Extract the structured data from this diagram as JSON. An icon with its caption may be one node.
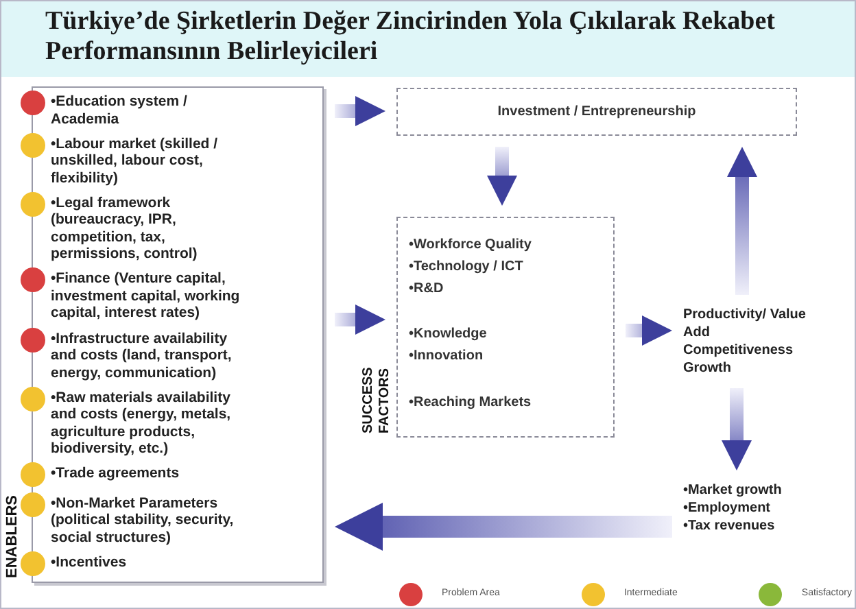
{
  "diagram": {
    "title": "Türkiye’de Şirketlerin Değer Zincirinden Yola Çıkılarak Rekabet Performansının Belirleyicileri",
    "nodes": [
      {
        "text": [
          "ENABLERS"
        ]
      },
      {
        "text": [
          "•Education system / Academia"
        ],
        "in": 0
      },
      {
        "text": [
          "•Labour market (skilled / unskilled, labour cost, flexibility)"
        ],
        "in": 0
      },
      {
        "text": [
          "•Legal framework (bureaucracy, IPR, competition, tax, permissions, control)"
        ],
        "in": 0
      },
      {
        "text": [
          "•Finance (Venture capital, investment capital, working capital, interest rates)"
        ],
        "in": 0
      },
      {
        "text": [
          "•Infrastructure availability and costs (land, transport, energy, communication)"
        ],
        "in": 0
      },
      {
        "text": [
          "•Raw materials availability and costs (energy, metals, agriculture products, biodiversity, etc.)"
        ],
        "in": 0
      },
      {
        "text": [
          "•Trade agreements"
        ],
        "in": 0
      },
      {
        "text": [
          "•Non-Market Parameters (political stability, security, social structures)"
        ],
        "in": 0
      },
      {
        "text": [
          "•Incentives"
        ],
        "in": 0
      },
      {
        "text": [
          "Investment / Entrepreneurship"
        ]
      },
      {
        "text": [
          "SUCCESS FACTORS",
          "•Workforce Quality",
          "•Technology / ICT",
          "•R&D",
          "•Knowledge",
          "•Innovation",
          "•Reaching Markets"
        ]
      },
      {
        "text": [
          "Productivity/ Value Add Competitiveness Growth"
        ]
      },
      {
        "text": [
          "•Market growth",
          "•Employment",
          "•Tax revenues"
        ]
      }
    ],
    "edges": [
      {
        "from": 0,
        "to": 10,
        "arrow": "to"
      },
      {
        "from": 0,
        "to": 11,
        "arrow": "to"
      },
      {
        "from": 10,
        "to": 11,
        "arrow": "to"
      },
      {
        "from": 11,
        "to": 12,
        "arrow": "to"
      },
      {
        "from": 12,
        "to": 10,
        "arrow": "to"
      },
      {
        "from": 12,
        "to": 13,
        "arrow": "to"
      },
      {
        "from": 13,
        "to": 0,
        "arrow": "to",
        "style": "thick"
      }
    ],
    "legend": [
      {
        "text": "Problem Area",
        "color": "#d94040"
      },
      {
        "text": "Intermediate",
        "color": "#f2c230"
      },
      {
        "text": "Satisfactory",
        "color": "#8ab83a"
      }
    ]
  }
}
